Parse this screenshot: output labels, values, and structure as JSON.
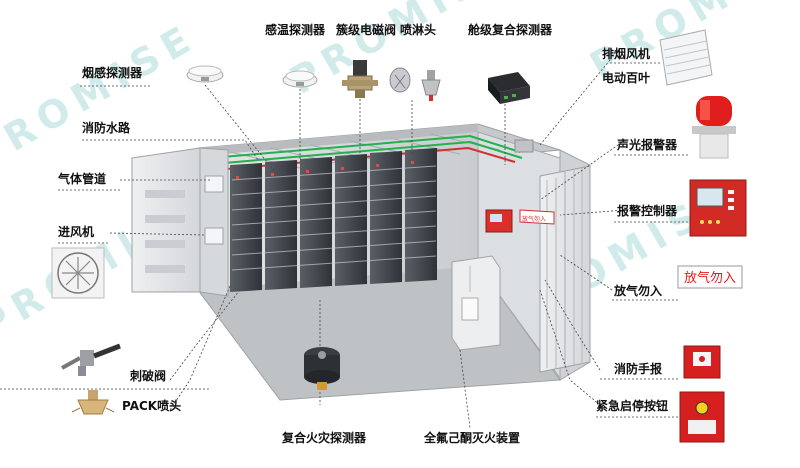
{
  "watermark": "PROMISE",
  "labels": {
    "smoke_detector": "烟感探测器",
    "temp_detector": "感温探测器",
    "cluster_valve": "簇级电磁阀",
    "sprinkler": "喷淋头",
    "cabin_detector": "舱级复合探测器",
    "exhaust_fan": "排烟风机",
    "electric_louver": "电动百叶",
    "fire_water": "消防水路",
    "gas_pipe": "气体管道",
    "intake_fan": "进风机",
    "alarm": "声光报警器",
    "alarm_controller": "报警控制器",
    "gas_release": "放气勿入",
    "pierce_valve": "刺破阀",
    "pack_nozzle": "PACK喷头",
    "manual_alarm": "消防手报",
    "emergency_button": "紧急启停按钮",
    "composite_detector": "复合火灾探测器",
    "fk5112_device": "全氟己酮灭火装置"
  },
  "sign_text": "放气勿入",
  "cabinet_sign": "放气勿入",
  "colors": {
    "alarm_red": "#e02020",
    "pipe_green": "#22b14c",
    "pipe_red": "#d03030",
    "container_gray": "#d8dadc",
    "rack_dark": "#3d4146"
  }
}
